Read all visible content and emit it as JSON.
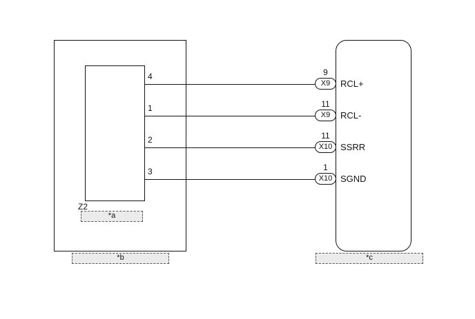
{
  "diagram": {
    "component_label": "Z2",
    "notes": {
      "a": "*a",
      "b": "*b",
      "c": "*c"
    },
    "wires": [
      {
        "left_pin": "4",
        "right_pin": "9",
        "connector": "X9",
        "signal": "RCL+"
      },
      {
        "left_pin": "1",
        "right_pin": "11",
        "connector": "X9",
        "signal": "RCL-"
      },
      {
        "left_pin": "2",
        "right_pin": "11",
        "connector": "X10",
        "signal": "SSRR"
      },
      {
        "left_pin": "3",
        "right_pin": "1",
        "connector": "X10",
        "signal": "SGND"
      }
    ]
  }
}
